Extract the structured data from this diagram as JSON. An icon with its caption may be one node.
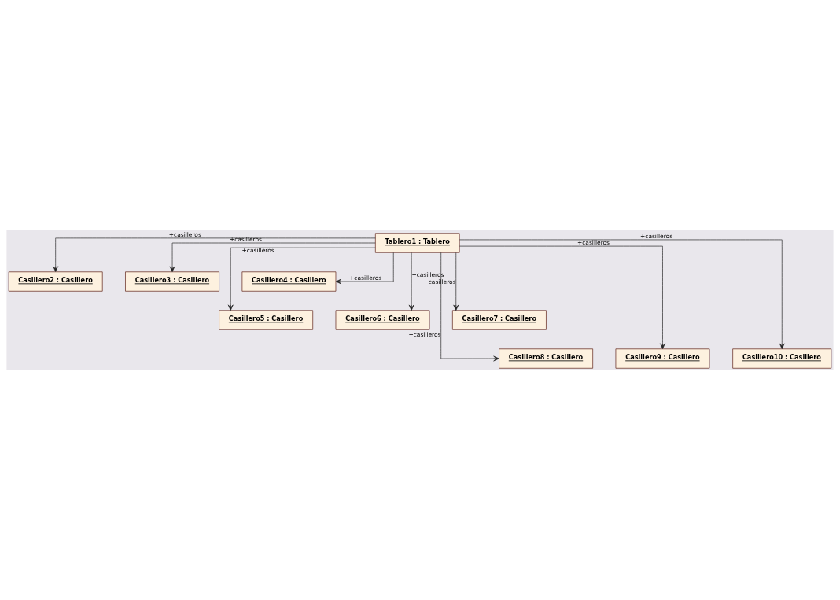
{
  "diagram": {
    "nodes": [
      {
        "text": [
          "Tablero1 : Tablero"
        ]
      },
      {
        "text": [
          "Casillero2 : Casillero"
        ]
      },
      {
        "text": [
          "Casillero3 : Casillero"
        ]
      },
      {
        "text": [
          "Casillero4 : Casillero"
        ]
      },
      {
        "text": [
          "Casillero5 : Casillero"
        ]
      },
      {
        "text": [
          "Casillero6 : Casillero"
        ]
      },
      {
        "text": [
          "Casillero7 : Casillero"
        ]
      },
      {
        "text": [
          "Casillero8 : Casillero"
        ]
      },
      {
        "text": [
          "Casillero9 : Casillero"
        ]
      },
      {
        "text": [
          "Casillero10 : Casillero"
        ]
      }
    ],
    "edges": [
      {
        "from": 0,
        "to": 1,
        "arrow": "to",
        "label": "+casilleros"
      },
      {
        "from": 0,
        "to": 2,
        "arrow": "to",
        "label": "+casilleros"
      },
      {
        "from": 0,
        "to": 3,
        "arrow": "to",
        "label": "+casilleros"
      },
      {
        "from": 0,
        "to": 4,
        "arrow": "to",
        "label": "+casilleros"
      },
      {
        "from": 0,
        "to": 5,
        "arrow": "to",
        "label": "+casilleros"
      },
      {
        "from": 0,
        "to": 6,
        "arrow": "to",
        "label": "+casilleros"
      },
      {
        "from": 0,
        "to": 7,
        "arrow": "to",
        "label": "+casilleros"
      },
      {
        "from": 0,
        "to": 8,
        "arrow": "to",
        "label": "+casilleros"
      },
      {
        "from": 0,
        "to": 9,
        "arrow": "to",
        "label": "+casilleros"
      }
    ]
  }
}
